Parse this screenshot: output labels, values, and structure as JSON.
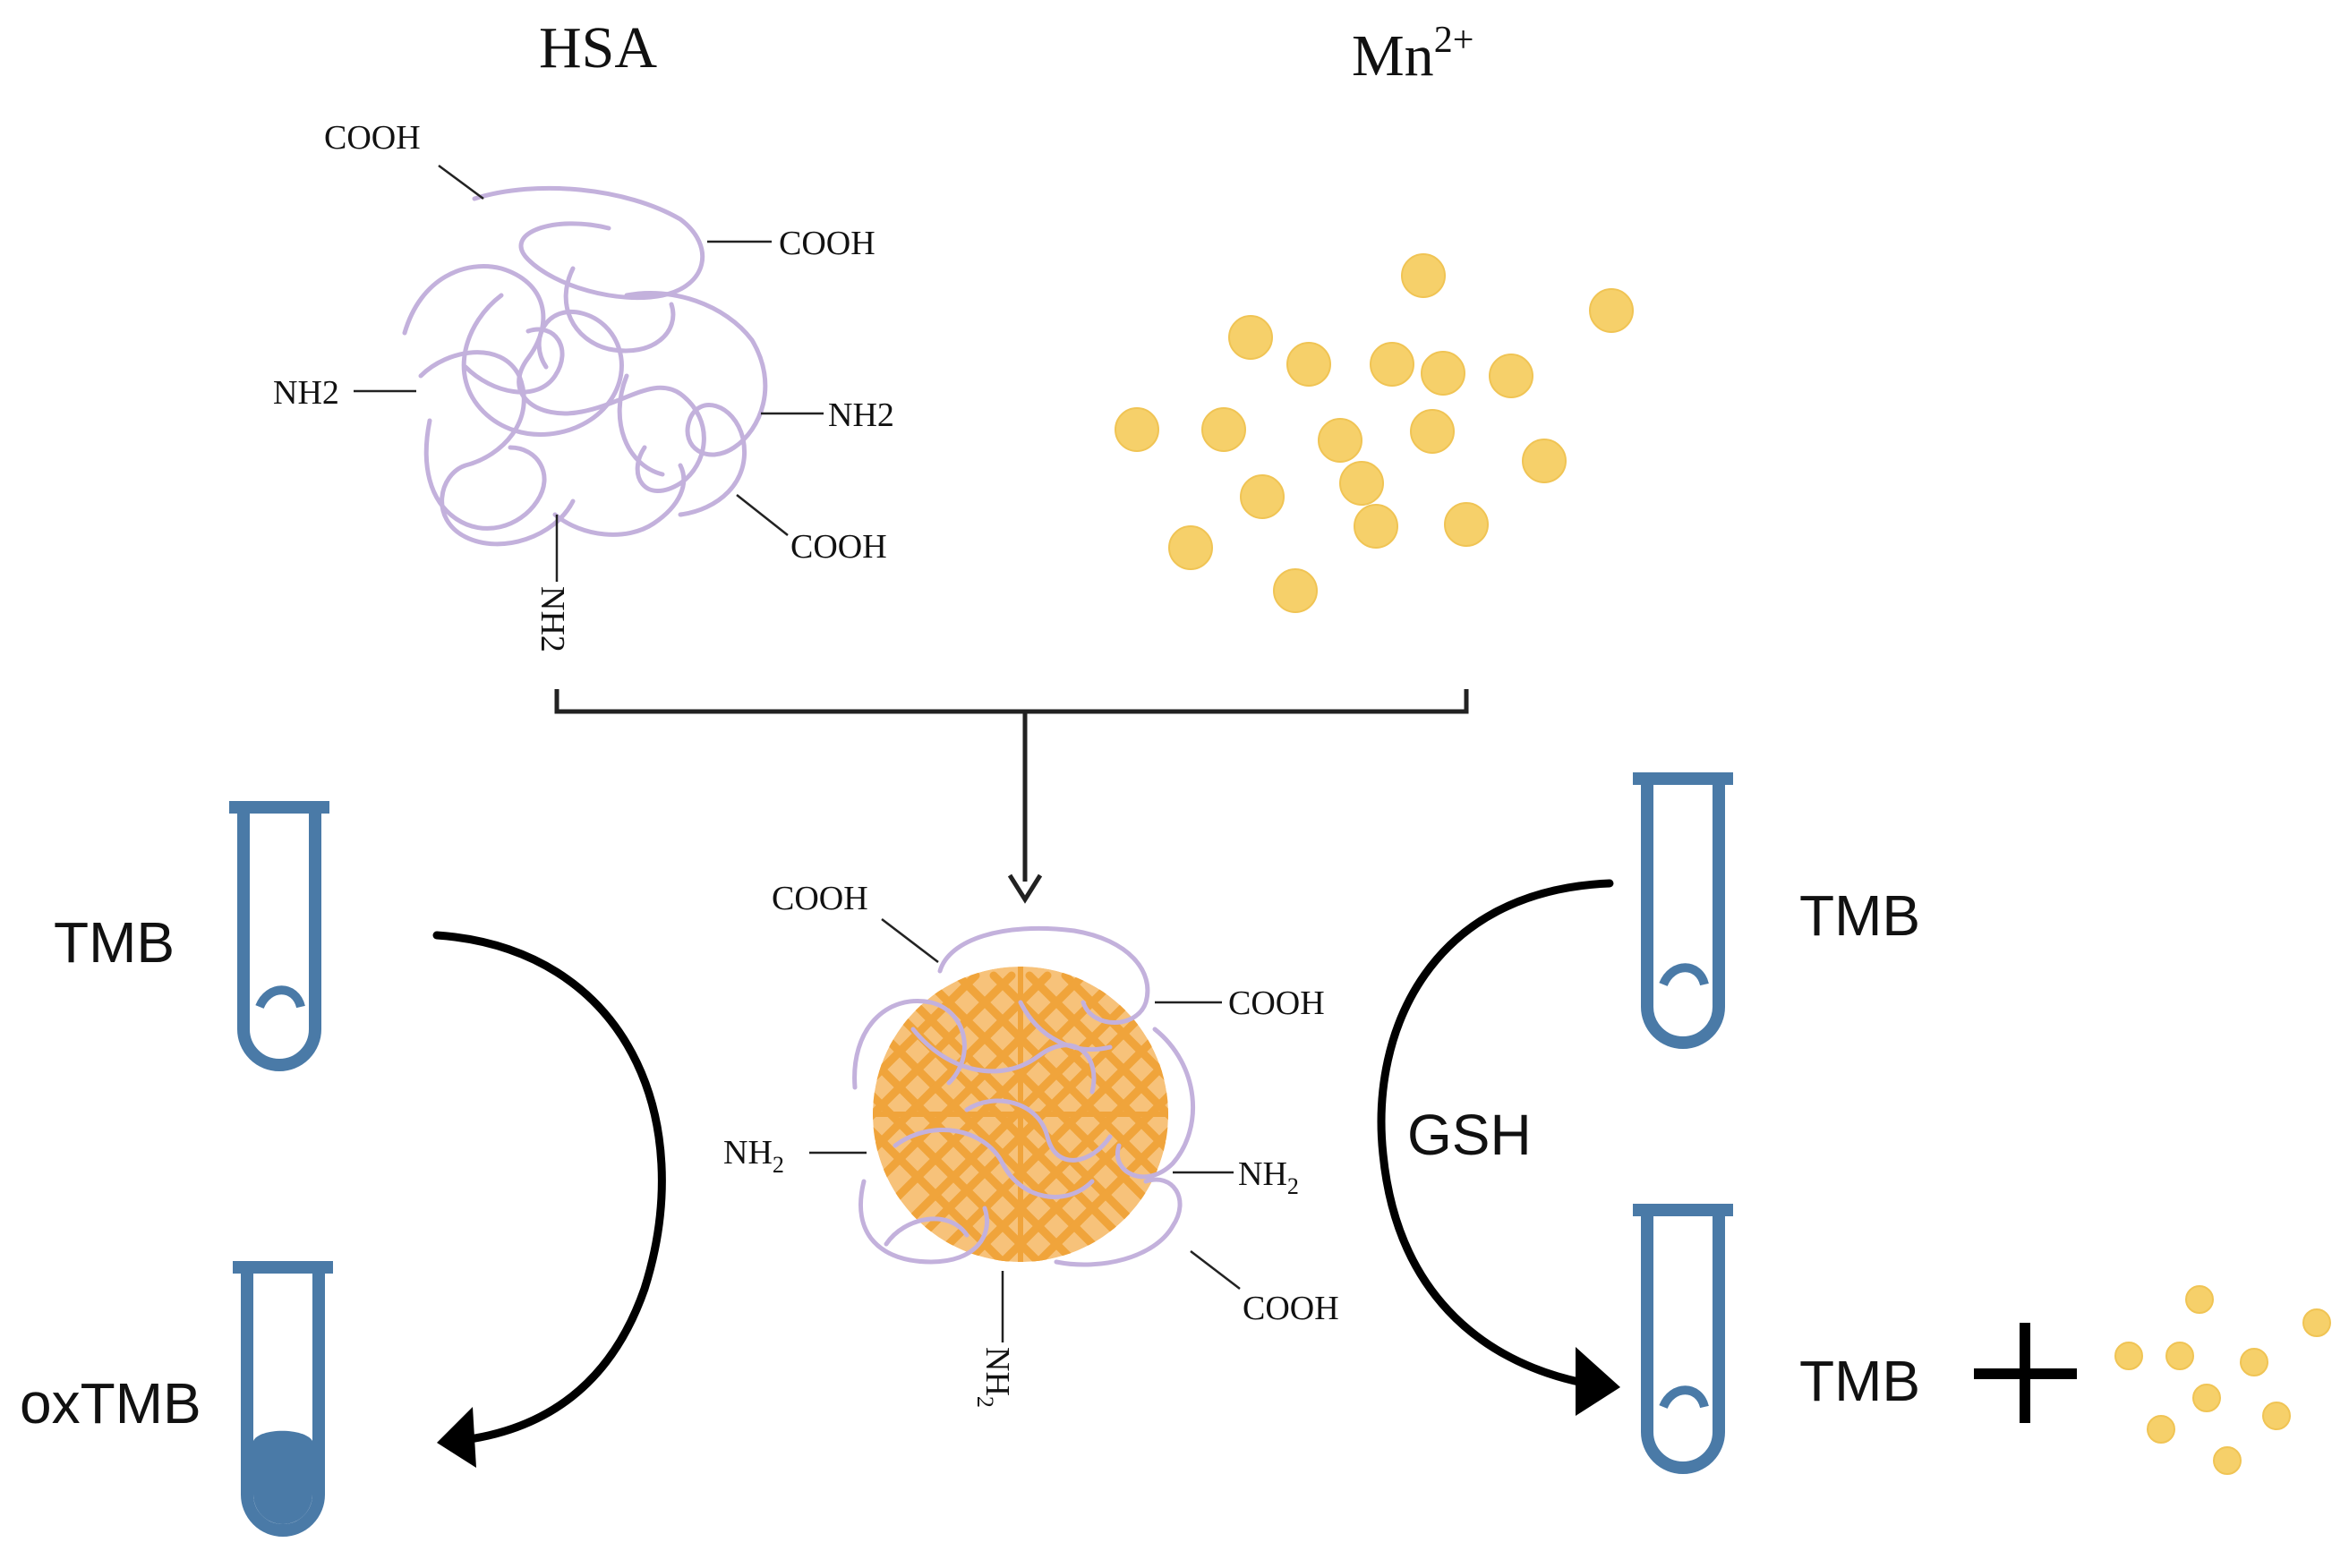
{
  "hsa": {
    "title": "HSA",
    "label_cooh": "COOH",
    "label_nh2": "NH2"
  },
  "mn": {
    "title_base": "Mn",
    "title_sup": "2+"
  },
  "center": {
    "label_cooh": "COOH",
    "label_nh": "NH",
    "label_sub2": "2"
  },
  "left": {
    "tmb_label": "TMB",
    "oxtmb_label": "oxTMB"
  },
  "right": {
    "tmb_label": "TMB",
    "gsh_label": "GSH",
    "tmb_product_label": "TMB",
    "plus": "+"
  },
  "colors": {
    "protein_coil": "#c3b1dc",
    "mn_particle": "#f6d06a",
    "nanoparticle_core": "#f0a43b",
    "tube": "#4a7aa7",
    "oxtmb_fill": "#4a7aa7"
  }
}
